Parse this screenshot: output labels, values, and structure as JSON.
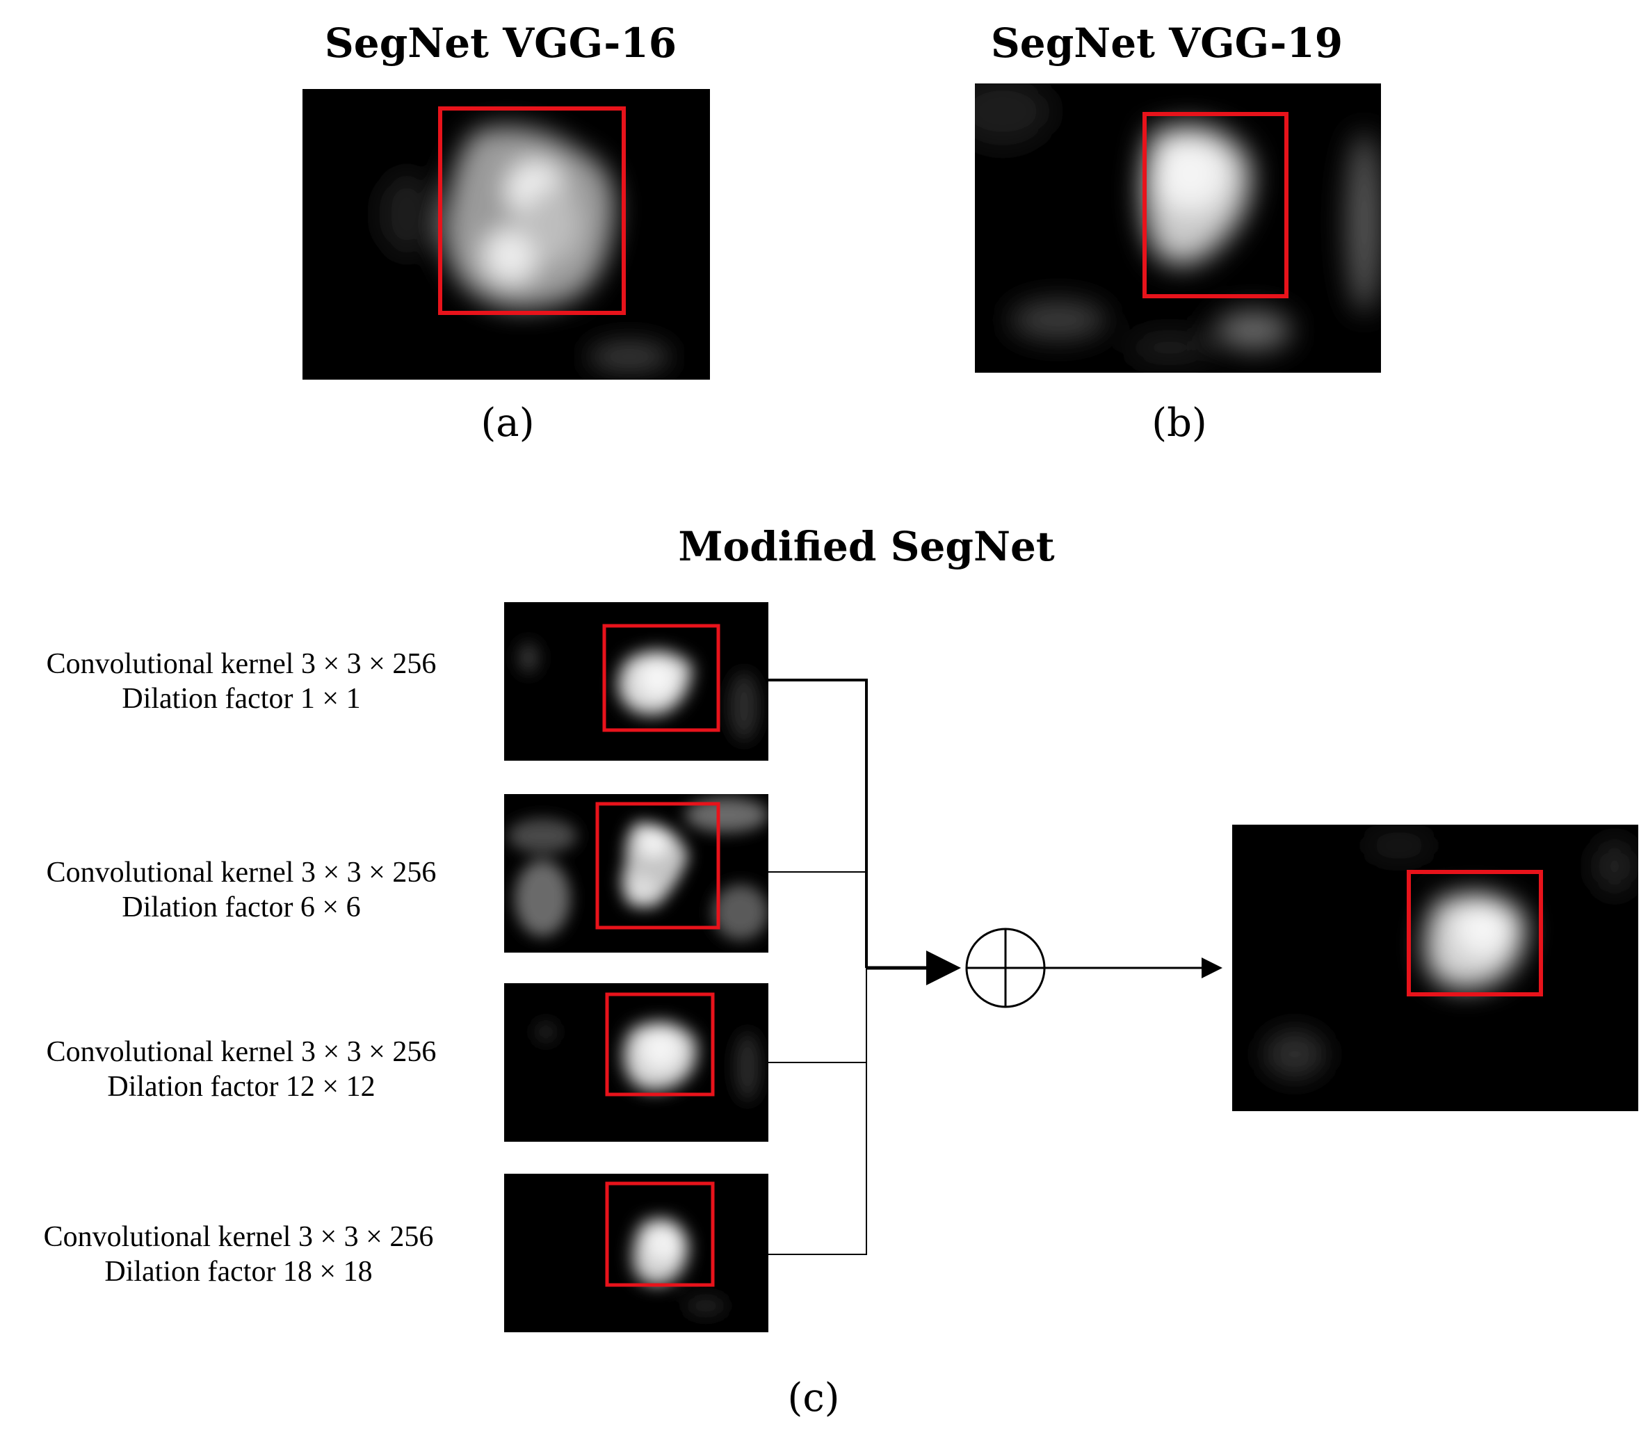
{
  "colors": {
    "box": "#e8131b",
    "map_bg": "#000000",
    "line": "#000000"
  },
  "panel_a": {
    "title": "SegNet VGG-16",
    "label": "(a)"
  },
  "panel_b": {
    "title": "SegNet VGG-19",
    "label": "(b)"
  },
  "panel_c": {
    "title": "Modified SegNet",
    "label": "(c)",
    "branches": [
      {
        "line1": "Convolutional kernel 3 × 3 × 256",
        "line2": "Dilation factor 1 × 1"
      },
      {
        "line1": "Convolutional kernel 3 × 3 × 256",
        "line2": "Dilation factor 6 × 6"
      },
      {
        "line1": "Convolutional kernel 3 × 3 × 256",
        "line2": "Dilation factor 12 × 12"
      },
      {
        "line1": "Convolutional kernel 3 × 3 × 256",
        "line2": "Dilation factor 18 × 18"
      }
    ]
  }
}
